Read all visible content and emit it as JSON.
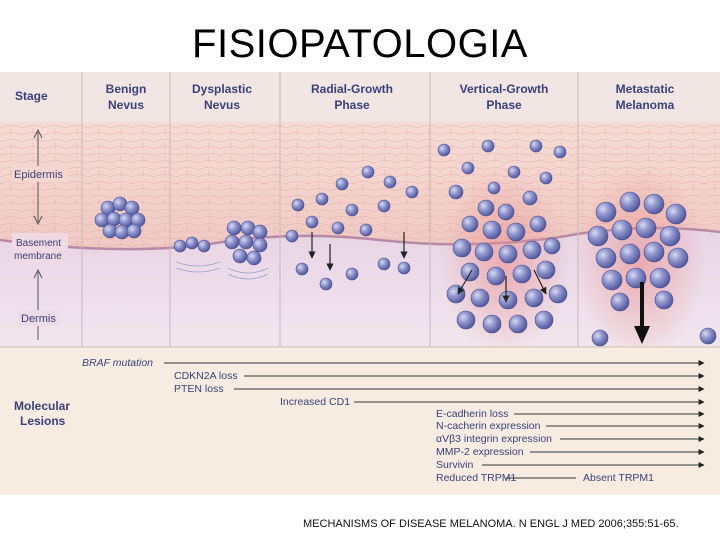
{
  "slide": {
    "title": "FISIOPATOLOGIA",
    "caption": "MECHANISMS OF DISEASE MELANOMA. N ENGL J MED 2006;355:51-65."
  },
  "figure": {
    "stage_label": "Stage",
    "layers": {
      "epidermis": "Epidermis",
      "basement_line1": "Basement",
      "basement_line2": "membrane",
      "dermis": "Dermis"
    },
    "stages": [
      {
        "line1": "Benign",
        "line2": "Nevus"
      },
      {
        "line1": "Dysplastic",
        "line2": "Nevus"
      },
      {
        "line1": "Radial-Growth",
        "line2": "Phase"
      },
      {
        "line1": "Vertical-Growth",
        "line2": "Phase"
      },
      {
        "line1": "Metastatic",
        "line2": "Melanoma"
      }
    ],
    "molecular_line1": "Molecular",
    "molecular_line2": "Lesions",
    "lesions": [
      {
        "text": "BRAF mutation"
      },
      {
        "text": "CDKN2A loss"
      },
      {
        "text": "PTEN loss"
      },
      {
        "text": "Increased CD1"
      },
      {
        "text": "E-cadherin loss"
      },
      {
        "text": "N-cacherin expression"
      },
      {
        "text": "αVβ3 integrin expression"
      },
      {
        "text": "MMP-2 expression"
      },
      {
        "text": "Survivin"
      },
      {
        "text": "Reduced TRPM1"
      },
      {
        "text": "Absent TRPM1"
      }
    ],
    "colors": {
      "header_bg": "#f2e8e6",
      "epidermis": "#f4d4cf",
      "dermis": "#ead8e6",
      "lesion_bg": "#f6ece1",
      "cell": "#7b82c4",
      "arrow": "#222222"
    }
  }
}
